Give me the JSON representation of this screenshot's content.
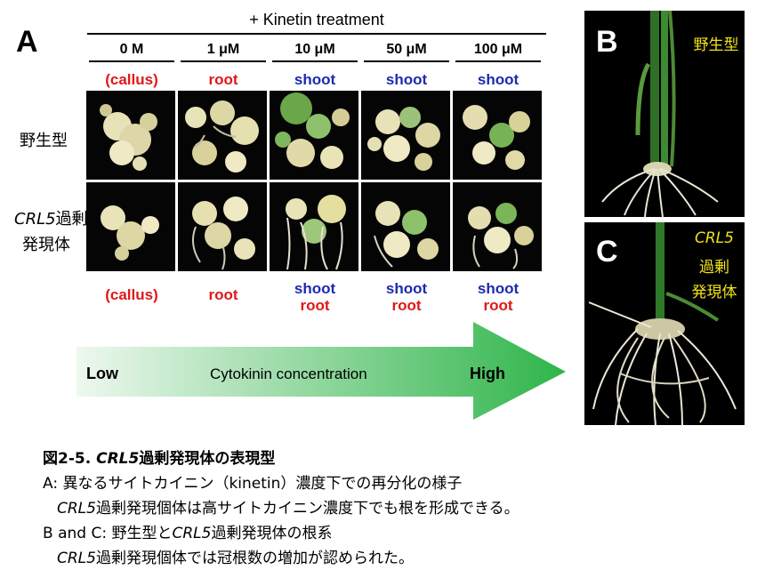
{
  "panel_a": {
    "letter": "A",
    "treatment_title": "+ Kinetin treatment",
    "columns": [
      "0 M",
      "1 μM",
      "10 μM",
      "50 μM",
      "100 μM"
    ],
    "top_labels": [
      {
        "text": "(callus)",
        "color": "red"
      },
      {
        "text": "root",
        "color": "red"
      },
      {
        "text": "shoot",
        "color": "blue"
      },
      {
        "text": "shoot",
        "color": "blue"
      },
      {
        "text": "shoot",
        "color": "blue"
      }
    ],
    "row_wild": "野生型",
    "row_crl5_gene": "CRL5",
    "row_crl5_rest": "過剰",
    "row_crl5_line2": "発現体",
    "bottom_labels": [
      {
        "line1": "(callus)",
        "line1_color": "red",
        "line2": ""
      },
      {
        "line1": "root",
        "line1_color": "red",
        "line2": ""
      },
      {
        "line1": "shoot",
        "line1_color": "blue",
        "line2": "root"
      },
      {
        "line1": "shoot",
        "line1_color": "blue",
        "line2": "root"
      },
      {
        "line1": "shoot",
        "line1_color": "blue",
        "line2": "root"
      }
    ],
    "arrow_low": "Low",
    "arrow_middle": "Cytokinin concentration",
    "arrow_high": "High"
  },
  "panel_b": {
    "letter": "B",
    "label": "野生型"
  },
  "panel_c": {
    "letter": "C",
    "label_gene": "CRL5",
    "label_line2": "過剰",
    "label_line3": "発現体"
  },
  "caption": {
    "title_prefix": "図2-5. ",
    "title_gene": "CRL5",
    "title_rest": "過剰発現体の表現型",
    "line_a": "A: 異なるサイトカイニン（kinetin）濃度下での再分化の様子",
    "line_a2_gene": "CRL5",
    "line_a2_rest": "過剰発現個体は高サイトカイニン濃度下でも根を形成できる。",
    "line_bc_prefix": "B and C: 野生型と",
    "line_bc_gene": "CRL5",
    "line_bc_rest": "過剰発現体の根系",
    "line_bc2_gene": "CRL5",
    "line_bc2_rest": "過剰発現個体では冠根数の増加が認められた。"
  },
  "colors": {
    "red_label": "#e01818",
    "blue_label": "#1c2ab0",
    "arrow_light": "#e8f6ea",
    "arrow_dark": "#2fb54a",
    "yellow_label": "#f0e31a"
  }
}
